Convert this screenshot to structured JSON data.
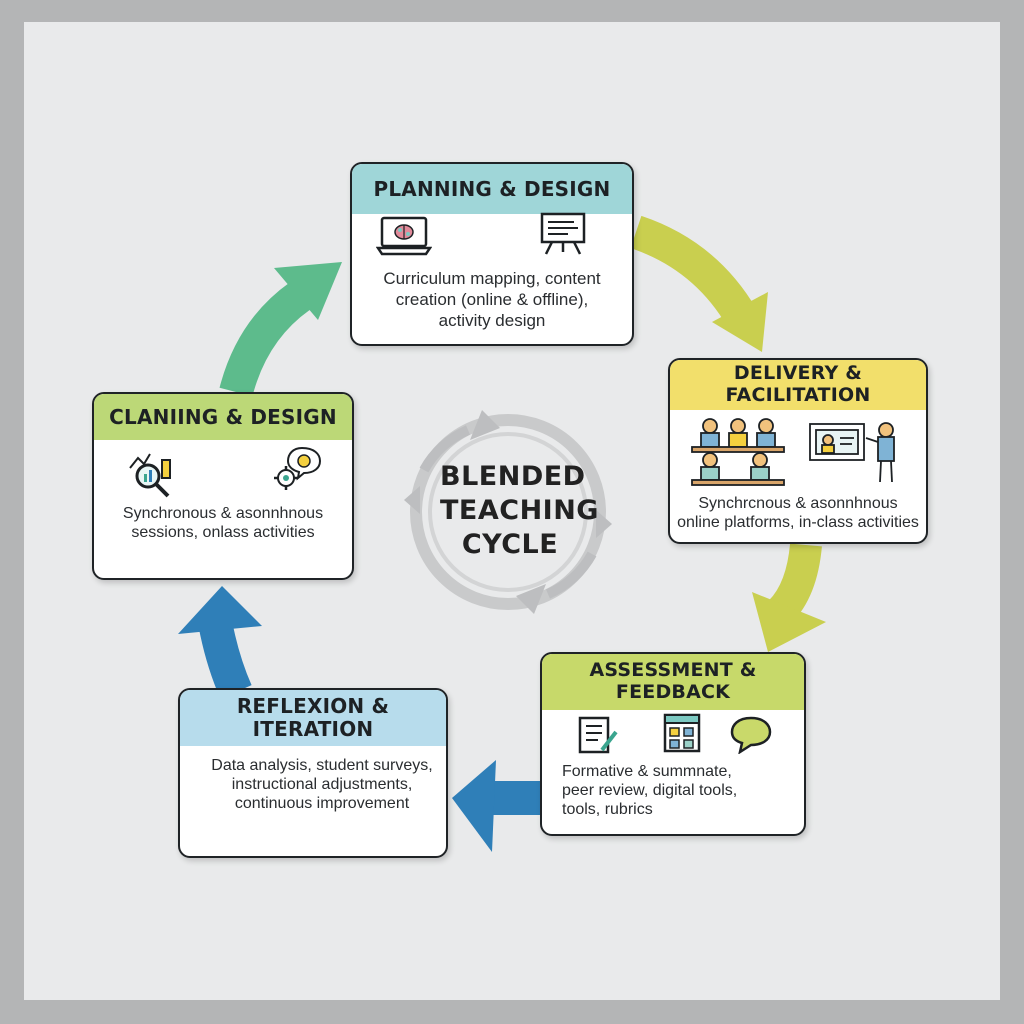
{
  "center": {
    "line1": "BLENDED",
    "line2": "TEACHING",
    "line3": "CYCLE"
  },
  "colors": {
    "teal": "#9fd6d8",
    "yellow": "#f2df6b",
    "green": "#bcd877",
    "lime": "#c7d96a",
    "blue": "#b7dcec",
    "arrow_green": "#5dbb8c",
    "arrow_yellow": "#c9cf4f",
    "arrow_blue": "#2f7fb8"
  },
  "cards": {
    "planning": {
      "title": "PLANNING & DESIGN",
      "body_lines": [
        "Curriculum mapping, content",
        "creation (online & offline),",
        "activity design"
      ],
      "icons": [
        "laptop-brain-icon",
        "presentation-board-icon"
      ]
    },
    "delivery": {
      "title": "DELIVERY & FACILITATION",
      "body_lines": [
        "Synchrcnous & asonnhnous",
        "online platforms, in-class activities"
      ],
      "icons": [
        "classroom-students-icon",
        "teacher-whiteboard-icon"
      ]
    },
    "assessment": {
      "title_lines": [
        "ASSESSMENT &",
        "FEEDBACK"
      ],
      "body_lines": [
        "Formative & summnate,",
        "peer review, digital tools,",
        "tools, rubrics"
      ],
      "icons": [
        "checklist-icon",
        "dashboard-icon",
        "speech-bubble-icon"
      ]
    },
    "reflexion": {
      "title": "REFLEXION & ITERATION",
      "body_lines": [
        "Data analysis, student surveys,",
        "instructional adjustments,",
        "continuous improvement"
      ]
    },
    "claniing": {
      "title": "CLANIING & DESIGN",
      "body_lines": [
        "Synchronous & asonnhnous",
        "sessions, onlass activities"
      ],
      "icons": [
        "magnifier-chart-icon",
        "gear-bubble-icon"
      ]
    }
  }
}
